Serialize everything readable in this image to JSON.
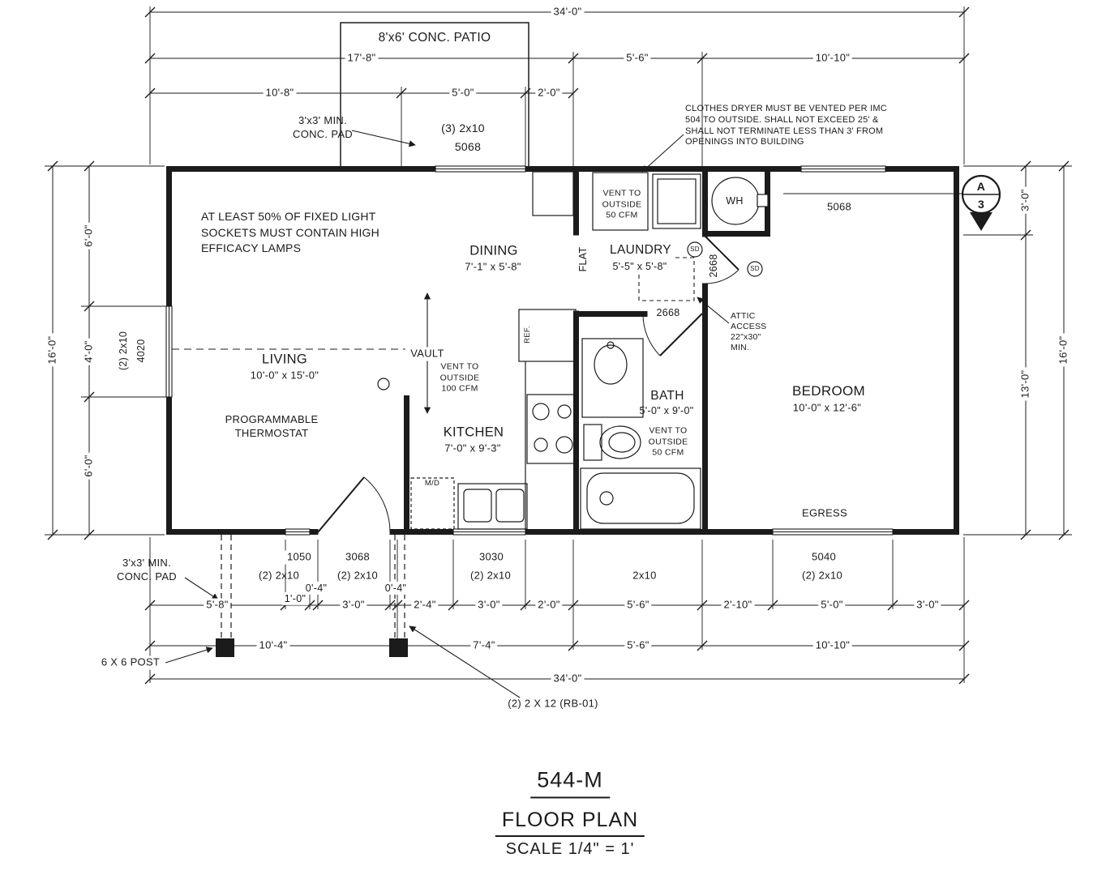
{
  "sheet": {
    "model": "544-M",
    "title": "FLOOR PLAN",
    "scale": "SCALE 1/4\" = 1'"
  },
  "callout": {
    "letter": "A",
    "number": "3"
  },
  "rooms": {
    "living": {
      "name": "LIVING",
      "dims": "10'-0\" x 15'-0\""
    },
    "dining": {
      "name": "DINING",
      "dims": "7'-1\" x 5'-8\""
    },
    "kitchen": {
      "name": "KITCHEN",
      "dims": "7'-0\" x 9'-3\""
    },
    "laundry": {
      "name": "LAUNDRY",
      "dims": "5'-5\" x 5'-8\""
    },
    "bath": {
      "name": "BATH",
      "dims": "5'-0\" x 9'-0\""
    },
    "bedroom": {
      "name": "BEDROOM",
      "dims": "10'-0\" x 12'-6\""
    }
  },
  "notes": {
    "patio": "8'x6' CONC. PATIO",
    "conc_pad_top": "3'x3' MIN.\nCONC. PAD",
    "conc_pad_bottom": "3'x3' MIN.\nCONC. PAD",
    "dryer": "CLOTHES DRYER MUST BE VENTED PER IMC\n504 TO OUTSIDE. SHALL NOT EXCEED 25' &\nSHALL NOT TERMINATE LESS THAN 3' FROM\nOPENINGS INTO BUILDING",
    "efficacy": "AT LEAST 50% OF FIXED LIGHT\nSOCKETS MUST CONTAIN HIGH\nEFFICACY LAMPS",
    "thermostat": "PROGRAMMABLE\nTHERMOSTAT",
    "vent_laundry": "VENT TO\nOUTSIDE\n50 CFM",
    "vent_kitchen": "VENT TO\nOUTSIDE\n100 CFM",
    "vent_bath": "VENT TO\nOUTSIDE\n50 CFM",
    "attic": "ATTIC\nACCESS\n22\"x30\"\nMIN.",
    "vault": "VAULT",
    "flat": "FLAT",
    "egress": "EGRESS",
    "post": "6 X 6 POST",
    "beam": "(2) 2 X 12 (RB-01)",
    "wh": "WH",
    "sd": "SD",
    "ref": "REF.",
    "md": "M/D"
  },
  "openings": {
    "patio_header": "(3) 2x10",
    "patio_door": "5068",
    "bedroom_window_top": "5068",
    "left_window_header": "(2) 2x10",
    "left_window": "4020",
    "bedroom_door": "2668",
    "laundry_door": "2668",
    "w1050": "1050",
    "d3068": "3068",
    "w3030": "3030",
    "w5040": "5040",
    "hdr1": "(2) 2x10",
    "hdr2": "(2) 2x10",
    "hdr3": "(2) 2x10",
    "hdr4": "2x10",
    "hdr5": "(2) 2x10"
  },
  "dims": {
    "top_total": "34'-0\"",
    "top_a": "17'-8\"",
    "top_b": "5'-6\"",
    "top_c": "10'-10\"",
    "top_d": "10'-8\"",
    "top_e": "5'-0\"",
    "top_f": "2'-0\"",
    "left_total": "16'-0\"",
    "left_a": "6'-0\"",
    "left_b": "4'-0\"",
    "left_c": "6'-0\"",
    "right_a": "3'-0\"",
    "right_b": "13'-0\"",
    "right_total": "16'-0\"",
    "bot_a": "5'-8\"",
    "bot_b": "1'-0\"",
    "bot_c": "0'-4\"",
    "bot_d": "3'-0\"",
    "bot_e": "0'-4\"",
    "bot_f": "2'-4\"",
    "bot_g": "3'-0\"",
    "bot_h": "2'-0\"",
    "bot_i": "5'-6\"",
    "bot_j": "2'-10\"",
    "bot_k": "5'-0\"",
    "bot_l": "3'-0\"",
    "bot2_a": "10'-4\"",
    "bot2_b": "7'-4\"",
    "bot2_c": "5'-6\"",
    "bot2_d": "10'-10\"",
    "bot_total": "34'-0\""
  }
}
